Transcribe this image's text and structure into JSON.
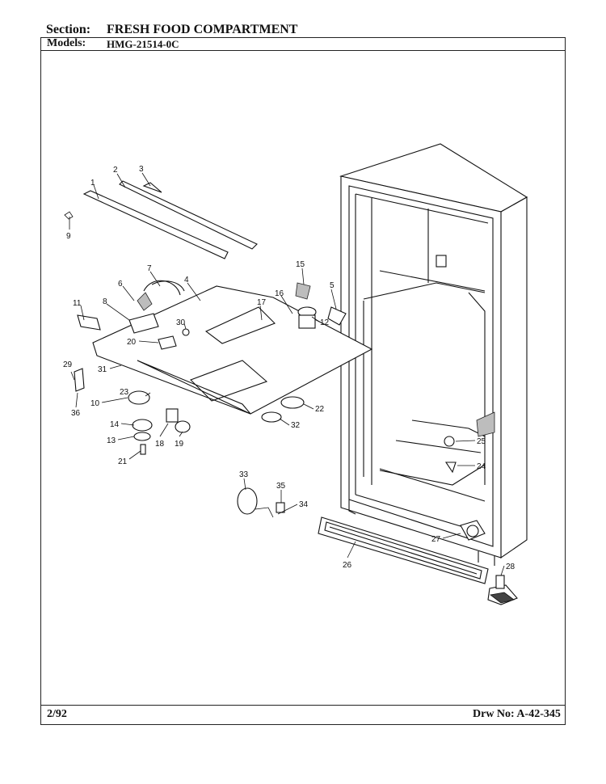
{
  "header": {
    "section_label": "Section:",
    "section_value": "FRESH FOOD COMPARTMENT",
    "models_label": "Models:",
    "models_value": "HMG-21514-0C"
  },
  "footer": {
    "date": "2/92",
    "drawing_number": "Drw No: A-42-345"
  },
  "part_labels": [
    "1",
    "2",
    "3",
    "4",
    "5",
    "6",
    "7",
    "8",
    "9",
    "10",
    "11",
    "12",
    "13",
    "14",
    "15",
    "16",
    "17",
    "18",
    "19",
    "20",
    "21",
    "22",
    "23",
    "24",
    "25",
    "26",
    "27",
    "28",
    "29",
    "30",
    "31",
    "32",
    "33",
    "34",
    "35",
    "36"
  ]
}
